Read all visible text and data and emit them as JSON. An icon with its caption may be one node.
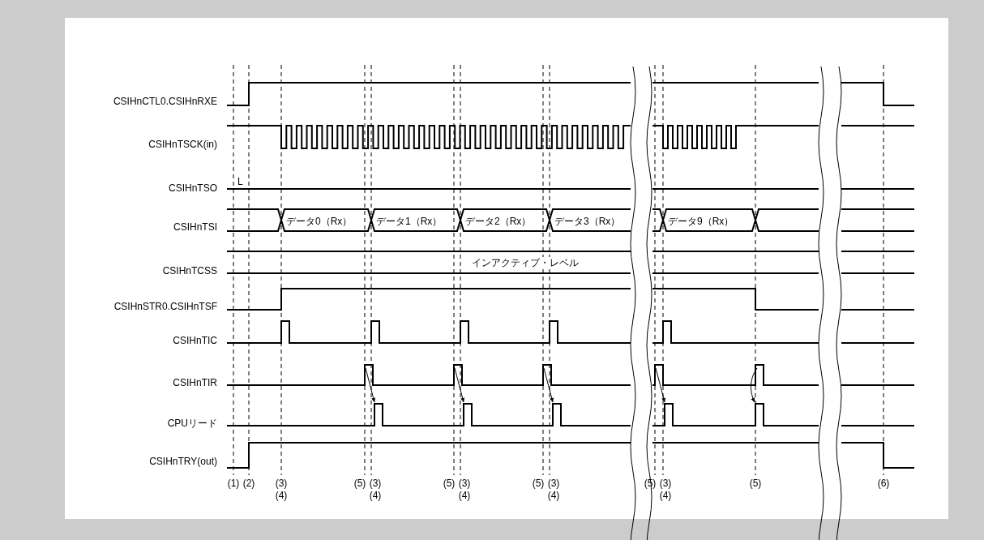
{
  "diagram": {
    "labels": [
      "CSIHnCTL0.CSIHnRXE",
      "CSIHnTSCK(in)",
      "CSIHnTSO",
      "L",
      "CSIHnTSI",
      "データ0（Rx）",
      "データ1（Rx）",
      "データ2（Rx）",
      "データ3（Rx）",
      "データ9（Rx）",
      "CSIHnTCSS",
      "インアクティブ・レベル",
      "CSIHnSTR0.CSIHnTSF",
      "CSIHnTIC",
      "CSIHnTIR",
      "CPUリード",
      "CSIHnTRY(out)",
      "(1)",
      "(2)",
      "(3)",
      "(5)",
      "(3)",
      "(5)",
      "(3)",
      "(5)",
      "(3)",
      "(5)",
      "(3)",
      "(5)",
      "(6)",
      "(4)",
      "(4)",
      "(4)",
      "(4)",
      "(4)"
    ]
  }
}
